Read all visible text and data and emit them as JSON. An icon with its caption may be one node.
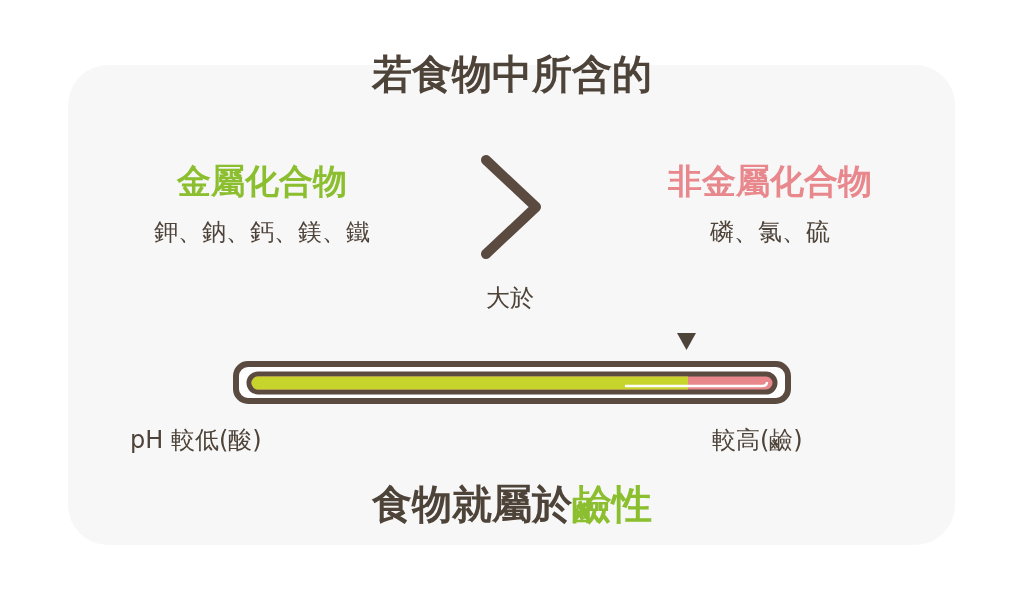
{
  "diagram": {
    "title": "若食物中所含的",
    "caption": "食物就屬於鹼性",
    "nodes": [
      {
        "text": [
          "金屬化合物",
          "鉀、鈉、鈣、鎂、鐵"
        ]
      },
      {
        "text": [
          "非金屬化合物",
          "磷、氯、硫"
        ]
      }
    ],
    "labels": [
      "大於",
      "pH 較低(酸)",
      "較高(鹼)"
    ]
  }
}
